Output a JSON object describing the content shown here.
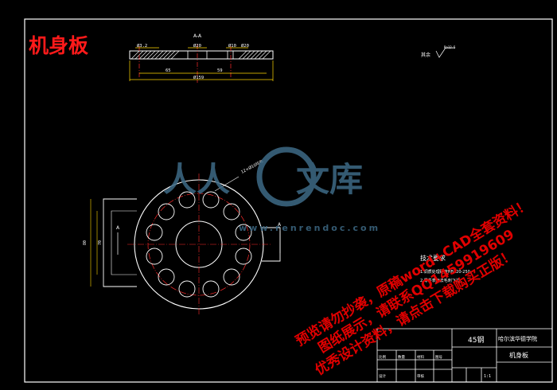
{
  "drawing": {
    "title": "机身板",
    "colors": {
      "background": "#000000",
      "frame": "#ffffff",
      "section": "#ffffff",
      "dimension": "#ffd700",
      "centerline": "#ff2b2b",
      "title_text": "#ff1a1a",
      "notes": "#ffffff",
      "watermark_text": "#e00000",
      "watermark_logo": "#3e6a86"
    },
    "section_view": {
      "label": "A-A",
      "dims": {
        "d1": "Ø3.2",
        "d2": "Ø20",
        "d3": "Ø10",
        "d4": "Ø20",
        "len_left": "65",
        "len_right": "59",
        "overall": "Ø159"
      }
    },
    "roughness": {
      "label": "其余",
      "value": "Ra12.5"
    },
    "plan_view": {
      "side_label_left": "A",
      "side_label_right": "A",
      "hole_note": "12×Ø10均布",
      "dim_vertical": "80",
      "dim_vertical_inner": "70"
    },
    "notes": {
      "heading": "技术要求",
      "lines": [
        "1.调质处理硬度HB220-250。",
        "2.零件表面去毛刺飞边。"
      ]
    },
    "title_block": {
      "material": "45钢",
      "school": "哈尔滨华德学院",
      "part_name": "机身板",
      "cells": [
        "比例",
        "数量",
        "材料",
        "图号",
        "设计",
        "审核",
        "1:1"
      ]
    },
    "watermark": {
      "logo_text": "文库",
      "url_text": "www.renrendoc.com",
      "lines": [
        "预览请勿抄袭，原稿word+CAD全套资料！",
        "图纸展示，请联系QQ1459919609",
        "优秀设计资料，请点击下载购买正版！"
      ]
    }
  }
}
